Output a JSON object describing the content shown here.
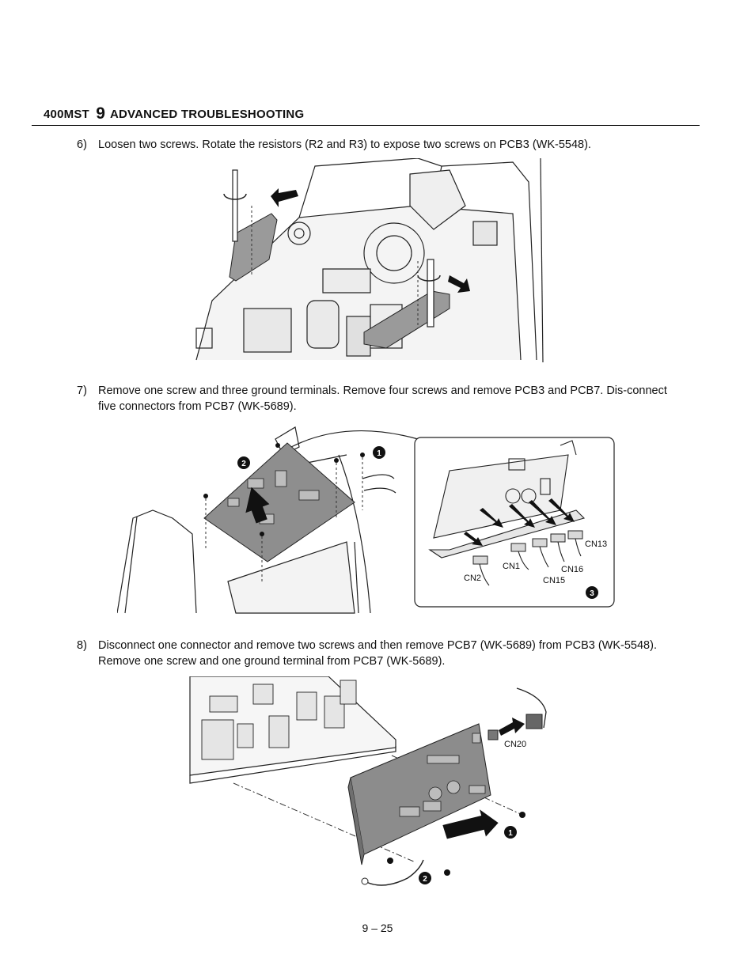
{
  "header": {
    "model": "400MST",
    "chapter_number": "9",
    "chapter_title": "ADVANCED TROUBLESHOOTING"
  },
  "steps": [
    {
      "number": "6)",
      "text": "Loosen two screws. Rotate the resistors (R2 and R3) to expose two screws on PCB3 (WK-5548)."
    },
    {
      "number": "7)",
      "text": "Remove one screw and three ground terminals. Remove four screws and remove PCB3 and PCB7. Dis-connect five connectors from PCB7 (WK-5689)."
    },
    {
      "number": "8)",
      "text": "Disconnect one connector and remove two screws and then remove PCB7 (WK-5689) from PCB3 (WK-5548). Remove one screw and one ground terminal from PCB7 (WK-5689)."
    }
  ],
  "figure2": {
    "badges": [
      "1",
      "2",
      "3"
    ],
    "connectors": [
      "CN2",
      "CN1",
      "CN15",
      "CN16",
      "CN13"
    ]
  },
  "figure3": {
    "badges": [
      "1",
      "2"
    ],
    "connectors": [
      "CN20"
    ]
  },
  "footer": {
    "page": "9 – 25"
  }
}
